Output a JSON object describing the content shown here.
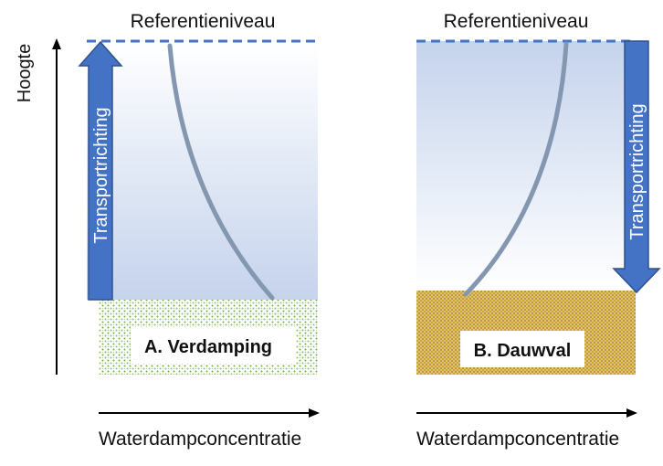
{
  "colors": {
    "sky_top": "#ffffff",
    "sky_bottom": "#c5d3ec",
    "arrow_fill": "#4472c4",
    "arrow_stroke": "#2f528f",
    "curve": "#8497b0",
    "reference_line": "#4472c4",
    "ground_green": "#70ad47",
    "ground_brown": "#bf9000",
    "axis": "#000000"
  },
  "panels": [
    {
      "id": "a",
      "reference_label": "Referentieniveau",
      "transport_label": "Transportrichting",
      "transport_direction": "up",
      "title": "A. Verdamping",
      "x_axis_label": "Waterdampconcentratie",
      "ground_color": "green",
      "sky_gradient": "light-top-to-blue-bottom"
    },
    {
      "id": "b",
      "reference_label": "Referentieniveau",
      "transport_label": "Transportrichting",
      "transport_direction": "down",
      "title": "B. Dauwval",
      "x_axis_label": "Waterdampconcentratie",
      "ground_color": "brown",
      "sky_gradient": "blue-top-to-light-bottom"
    }
  ],
  "y_axis_label": "Hoogte"
}
